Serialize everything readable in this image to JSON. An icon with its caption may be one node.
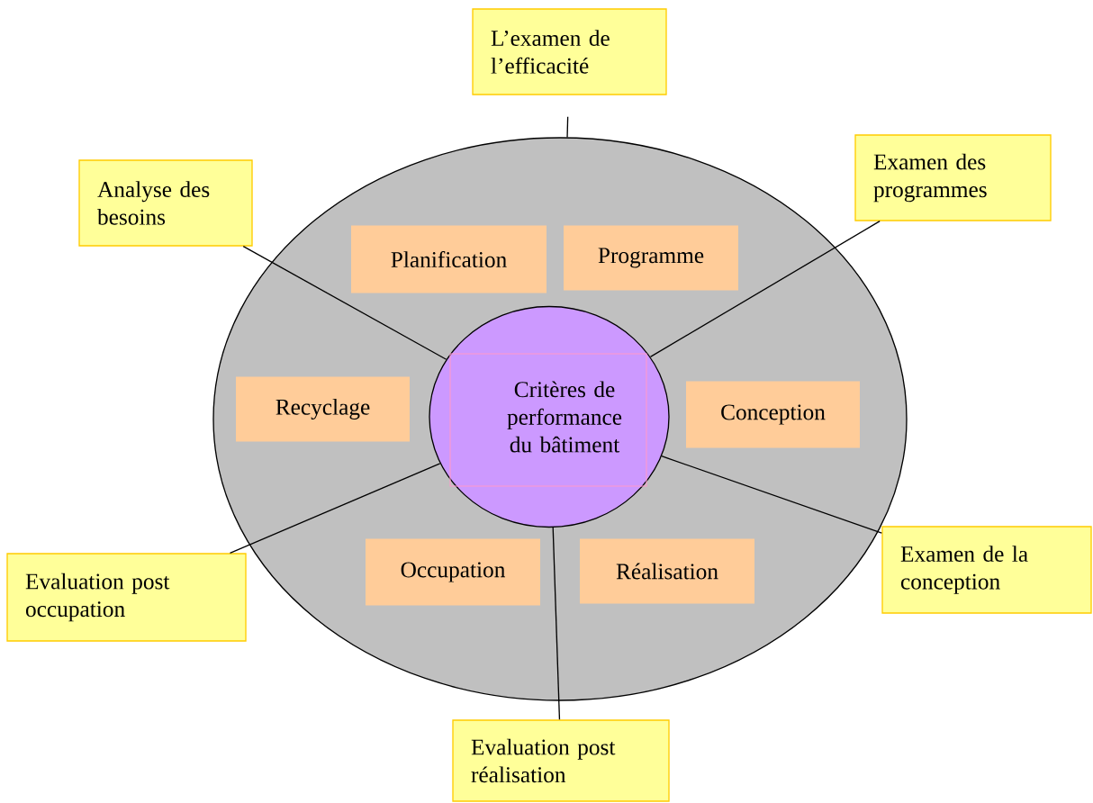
{
  "diagram": {
    "nodes": [
      {
        "text": [],
        "shape": "ellipse"
      },
      {
        "text": [
          "Critères de performance du bâtiment"
        ],
        "in": 0
      },
      {
        "text": [
          "Planification"
        ],
        "in": 0
      },
      {
        "text": [
          "Programme"
        ],
        "in": 0
      },
      {
        "text": [
          "Recyclage"
        ],
        "in": 0
      },
      {
        "text": [
          "Conception"
        ],
        "in": 0
      },
      {
        "text": [
          "Occupation"
        ],
        "in": 0
      },
      {
        "text": [
          "Réalisation"
        ],
        "in": 0
      },
      {
        "text": [
          "L’examen de l’efficacité"
        ]
      },
      {
        "text": [
          "Examen des programmes"
        ]
      },
      {
        "text": [
          "Analyse des besoins"
        ]
      },
      {
        "text": [
          "Examen de la conception"
        ]
      },
      {
        "text": [
          "Evaluation post occupation"
        ]
      },
      {
        "text": [
          "Evaluation post réalisation"
        ]
      }
    ],
    "edges": [
      {
        "from": 8,
        "to": 0,
        "arrow": "none"
      },
      {
        "from": 10,
        "to": 1,
        "arrow": "none"
      },
      {
        "from": 9,
        "to": 1,
        "arrow": "none"
      },
      {
        "from": 11,
        "to": 1,
        "arrow": "none"
      },
      {
        "from": 12,
        "to": 1,
        "arrow": "none"
      },
      {
        "from": 13,
        "to": 1,
        "arrow": "none"
      }
    ]
  }
}
